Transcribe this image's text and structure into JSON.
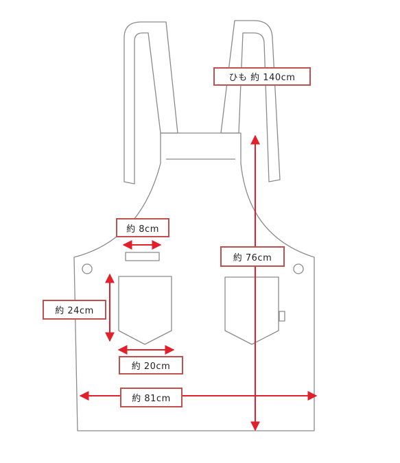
{
  "labels": {
    "strap": "ひも 約 140cm",
    "length": "約 76cm",
    "tab_width": "約 8cm",
    "pocket_height": "約 24cm",
    "pocket_width": "約 20cm",
    "total_width": "約 81cm"
  },
  "colors": {
    "outline": "#8a8a8a",
    "arrow": "#e0202a",
    "label_border": "#c0504d"
  }
}
